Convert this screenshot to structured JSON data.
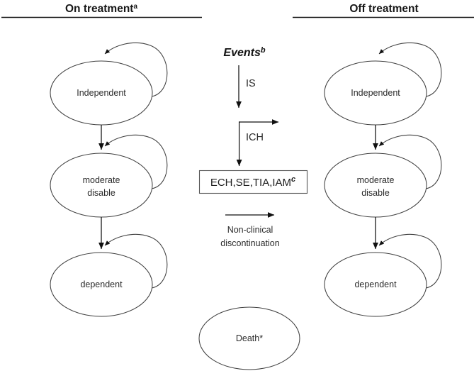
{
  "figure": {
    "title_left": "On treatment",
    "title_left_sup": "a",
    "title_right": "Off treatment",
    "title_right_sup": ""
  },
  "columns": {
    "on_treatment": {
      "header": "On treatment",
      "header_sup": "a",
      "states": [
        {
          "id": "independent",
          "label": "Independent",
          "label_line2": ""
        },
        {
          "id": "moderate-disable",
          "label": "moderate",
          "label_line2": "disable"
        },
        {
          "id": "dependent",
          "label": "dependent",
          "label_line2": ""
        }
      ]
    },
    "off_treatment": {
      "header": "Off treatment",
      "header_sup": "",
      "states": [
        {
          "id": "independent",
          "label": "Independent",
          "label_line2": ""
        },
        {
          "id": "moderate-disable",
          "label": "moderate",
          "label_line2": "disable"
        },
        {
          "id": "dependent",
          "label": "dependent",
          "label_line2": ""
        }
      ]
    }
  },
  "center": {
    "events_title": "Events",
    "events_title_sup": "b",
    "edge_is": "IS",
    "edge_ich": "ICH",
    "events_box": "ECH,SE,TIA,IAM",
    "events_box_sup": "c",
    "note_line1": "Non-clinical",
    "note_line2": "discontinuation",
    "death_label": "Death*"
  },
  "colors": {
    "ellipse_stroke": "#3f3f3f",
    "arrow_stroke": "#111111",
    "text": "#2b2b2b",
    "background": "#ffffff"
  }
}
